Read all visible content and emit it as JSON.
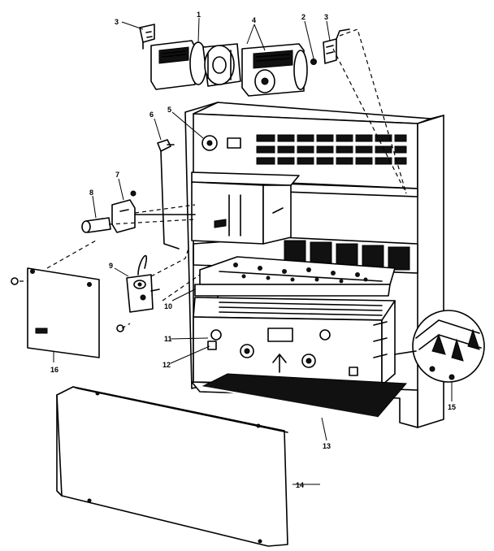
{
  "callouts": {
    "bracket_left": "3",
    "blower_housing": "1",
    "blower_wheels": "4",
    "nut": "2",
    "bracket_right": "3",
    "knob": "5",
    "thermocouple": "6",
    "gas_valve": "7",
    "regulator": "8",
    "switch": "9",
    "burner": "10",
    "chamber": "11",
    "chamber_lower": "12",
    "bottom_tray": "13",
    "front_panel": "14",
    "side_access_cover": "16",
    "grille_detail": "15"
  }
}
